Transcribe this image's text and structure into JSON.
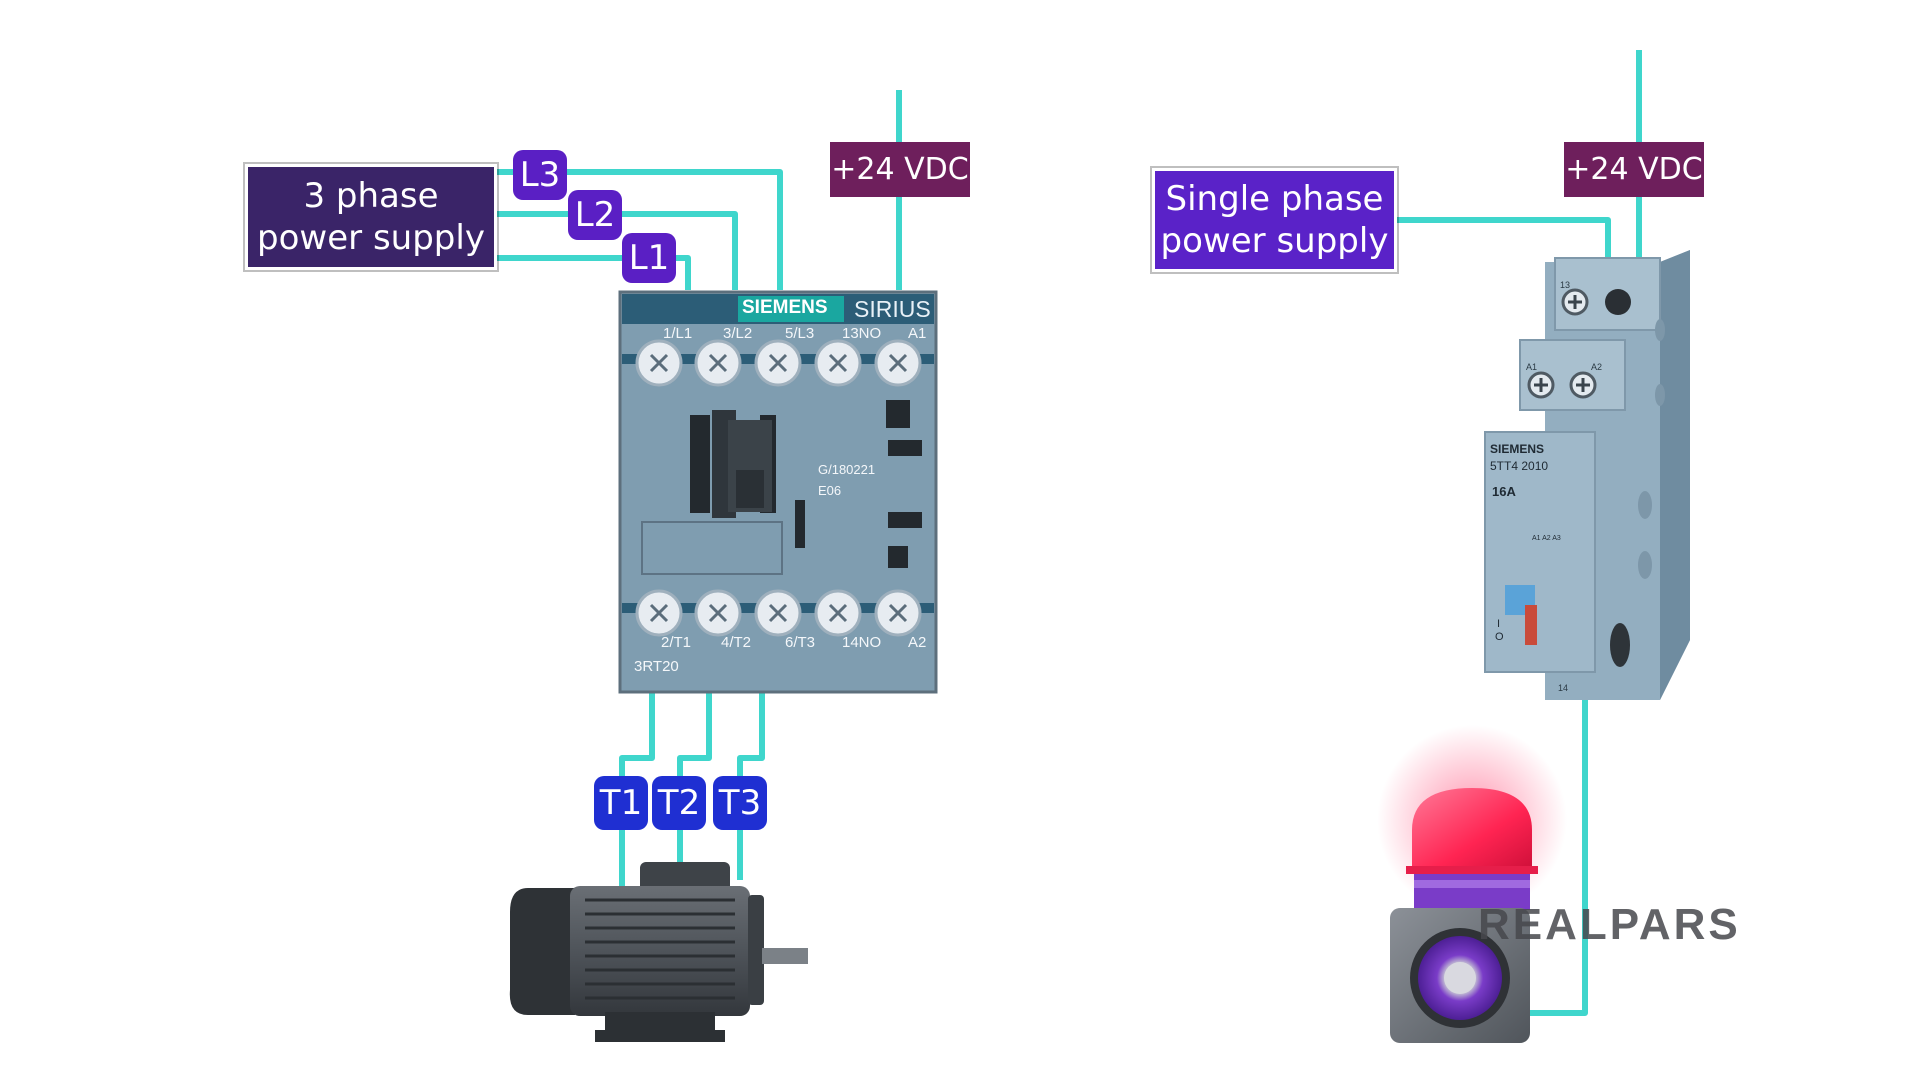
{
  "colors": {
    "wire": "#3fd6cc",
    "supply_3phase_bg": "#3a2468",
    "supply_single_bg": "#5a22c8",
    "tag_line_bg": "#5a1fc4",
    "tag_t_bg": "#1f2fd2",
    "vdc_bg": "#6e1f5c",
    "contactor_body": "#7f9db0",
    "relay_body": "#93aec0",
    "lamp_red": "#ff2e5a",
    "lamp_purple": "#7a3cc8"
  },
  "left": {
    "supply_line1": "3 phase",
    "supply_line2": "power supply",
    "tags": [
      "L3",
      "L2",
      "L1"
    ],
    "vdc": "+24 VDC",
    "contactor": {
      "brand": "SIEMENS",
      "series": "SIRIUS",
      "top_terminals": [
        "1/L1",
        "3/L2",
        "5/L3",
        "13NO",
        "A1"
      ],
      "bottom_terminals": [
        "2/T1",
        "4/T2",
        "6/T3",
        "14NO",
        "A2"
      ],
      "code1": "G/180221",
      "code2": "E06",
      "model": "3RT20"
    },
    "motor_tags": [
      "T1",
      "T2",
      "T3"
    ],
    "motor_icon": "motor-icon"
  },
  "right": {
    "supply_line1": "Single phase",
    "supply_line2": "power supply",
    "vdc": "+24 VDC",
    "relay": {
      "brand": "SIEMENS",
      "model": "5TT4 2010",
      "rating": "16A",
      "terminal_top": "13",
      "terminal_a1": "A1",
      "terminal_a2": "A2",
      "terminal_bottom": "14",
      "schematic_labels": "A1 A2 A3",
      "switch_on": "I",
      "switch_off": "O"
    },
    "lamp_icon": "beacon-lamp-icon"
  },
  "watermark": "REALPARS"
}
